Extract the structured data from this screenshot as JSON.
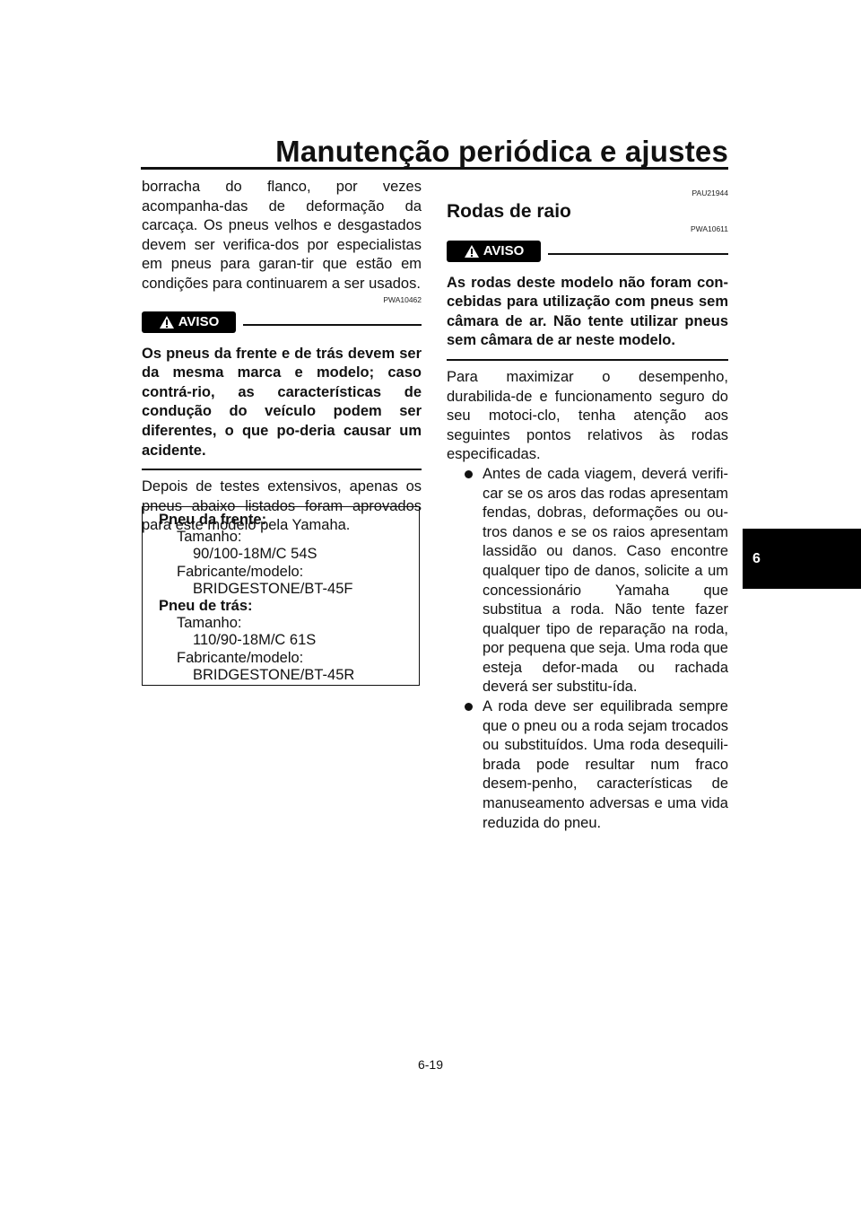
{
  "header": {
    "title": "Manutenção periódica e ajustes"
  },
  "left": {
    "intro": "borracha do flanco, por vezes acompanha-das de deformação da carcaça. Os pneus velhos e desgastados devem ser verifica-dos por especialistas em pneus para garan-tir que estão em condições para continuarem a ser usados.",
    "warning_code": "PWA10462",
    "warning_label": "AVISO",
    "warning_text": "Os pneus da frente e de trás devem ser da mesma marca e modelo; caso contrá-rio, as características de condução do veículo podem ser diferentes, o que po-deria causar um acidente.",
    "after_text": "Depois de testes extensivos, apenas os pneus abaixo listados foram aprovados para este modelo pela Yamaha."
  },
  "spec_box": {
    "front_heading": "Pneu da frente:",
    "front_size_label": "Tamanho:",
    "front_size": "90/100-18M/C 54S",
    "front_maker_label": "Fabricante/modelo:",
    "front_maker": "BRIDGESTONE/BT-45F",
    "rear_heading": "Pneu de trás:",
    "rear_size_label": "Tamanho:",
    "rear_size": "110/90-18M/C 61S",
    "rear_maker_label": "Fabricante/modelo:",
    "rear_maker": "BRIDGESTONE/BT-45R"
  },
  "right": {
    "section_code": "PAU21944",
    "section_title": "Rodas de raio",
    "warning_code": "PWA10611",
    "warning_label": "AVISO",
    "warning_text": "As rodas deste modelo não foram con-cebidas para utilização com pneus sem câmara de ar. Não tente utilizar pneus sem câmara de ar neste modelo.",
    "intro": "Para maximizar o desempenho, durabilida-de e funcionamento seguro do seu motoci-clo, tenha atenção aos seguintes pontos relativos às rodas especificadas.",
    "bullets": [
      "Antes de cada viagem, deverá verifi-car se os aros das rodas apresentam fendas, dobras, deformações ou ou-tros danos e se os raios apresentam lassidão ou danos. Caso encontre qualquer tipo de danos, solicite a um concessionário Yamaha que substitua a roda. Não tente fazer qualquer tipo de reparação na roda, por pequena que seja. Uma roda que esteja defor-mada ou rachada deverá ser substitu-ída.",
      "A roda deve ser equilibrada sempre que o pneu ou a roda sejam trocados ou substituídos. Uma roda desequili-brada pode resultar num fraco desem-penho, características de manuseamento adversas e uma vida reduzida do pneu."
    ]
  },
  "chapter_tab": "6",
  "footer": {
    "page_number": "6-19"
  }
}
